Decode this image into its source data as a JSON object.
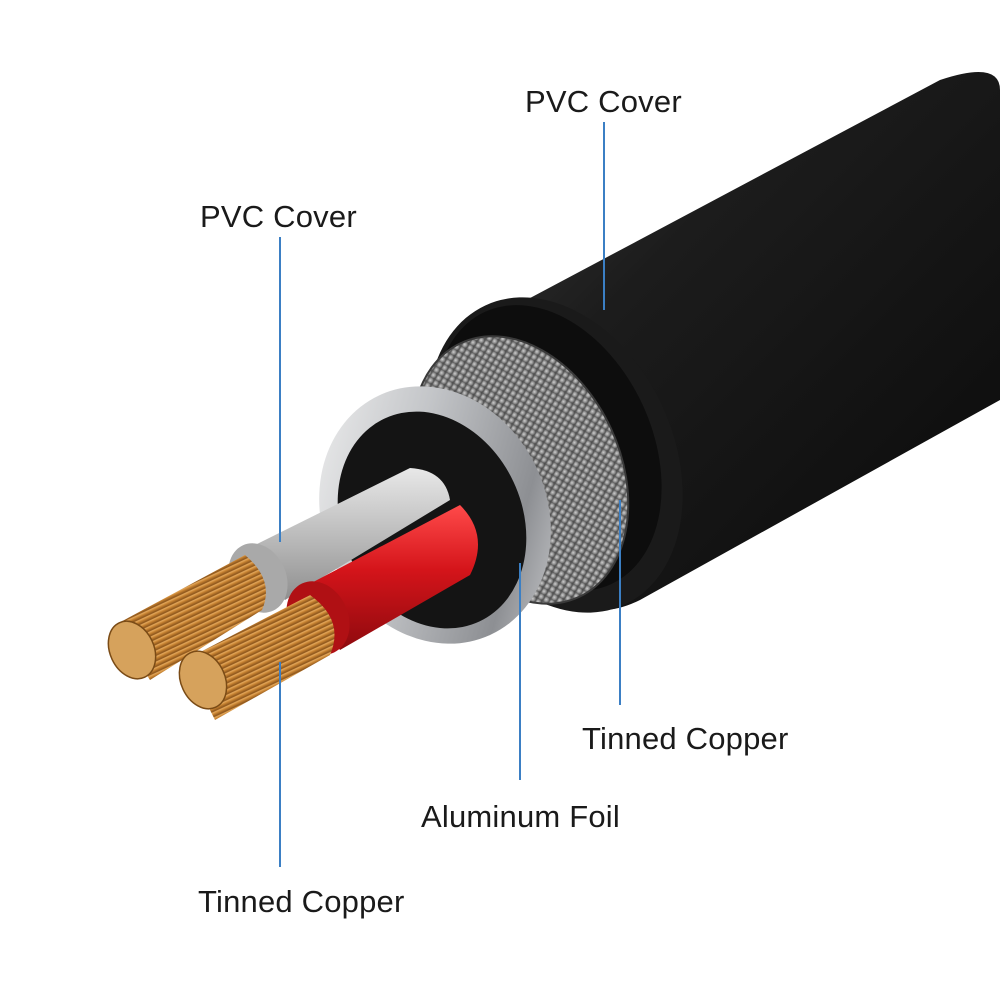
{
  "labels": {
    "outer_pvc_cover": "PVC Cover",
    "inner_pvc_cover": "PVC Cover",
    "tinned_copper_shield": "Tinned Copper",
    "aluminum_foil": "Aluminum Foil",
    "tinned_copper_conductor": "Tinned Copper"
  },
  "colors": {
    "leader_line": "#3b7fc4",
    "outer_jacket": "#161616",
    "foil": "#b9bbbe",
    "braid": "#8a8a8a",
    "wire_red": "#d4141a",
    "wire_grey": "#c8c8c8",
    "copper": "#d08a3a"
  }
}
